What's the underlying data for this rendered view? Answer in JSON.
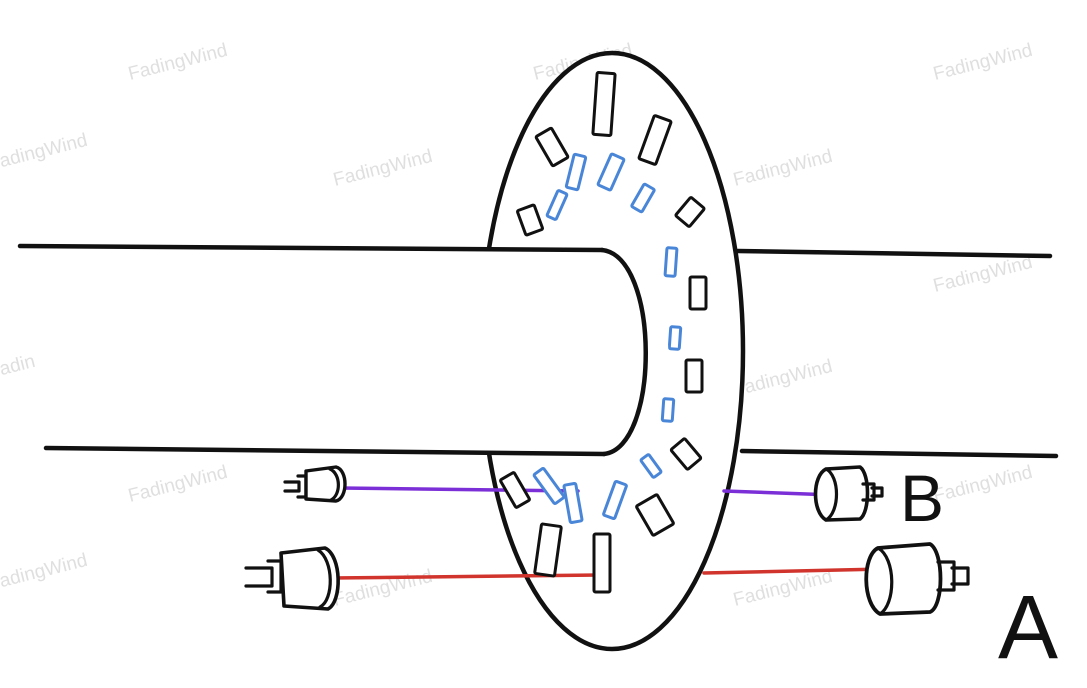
{
  "labels": {
    "sensor_a": "A",
    "sensor_b": "B"
  },
  "watermark": {
    "text": "FadingWind"
  },
  "colors": {
    "ink": "#111111",
    "inner_track_marks": "#4a86d8",
    "beam_a": "#d0342c",
    "beam_b": "#7b2fd6",
    "watermark": "#d2d2d2"
  },
  "icons": {
    "emitter": "cylinder-emitter-icon",
    "receiver": "cylinder-receiver-icon",
    "disc": "slotted-encoder-disc",
    "shaft": "rotating-shaft"
  }
}
